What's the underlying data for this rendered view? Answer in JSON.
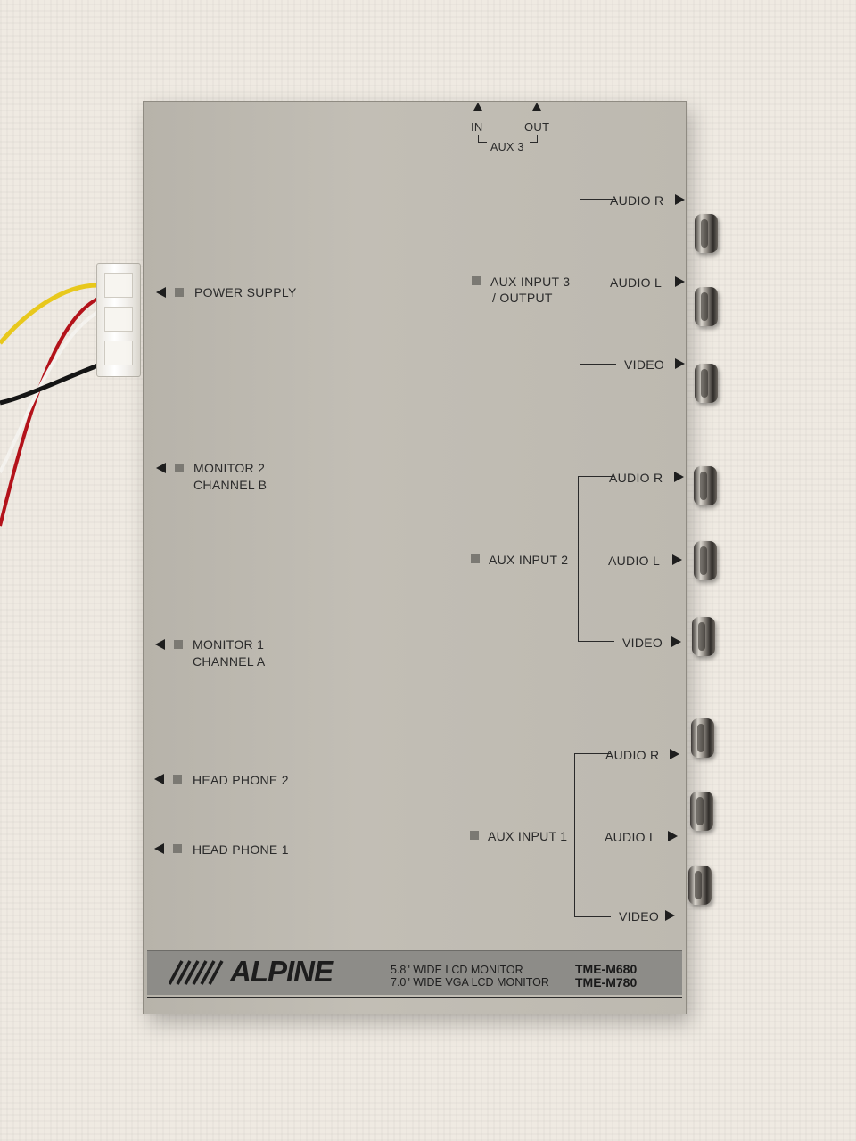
{
  "panel": {
    "left_ports": [
      {
        "lines": [
          "POWER SUPPLY"
        ]
      },
      {
        "lines": [
          "MONITOR 2",
          "CHANNEL B"
        ]
      },
      {
        "lines": [
          "MONITOR 1",
          "CHANNEL A"
        ]
      },
      {
        "lines": [
          "HEAD PHONE 2"
        ]
      },
      {
        "lines": [
          "HEAD PHONE 1"
        ]
      }
    ],
    "aux3_top": {
      "in": "IN",
      "out": "OUT",
      "group": "AUX 3"
    },
    "aux_groups": [
      {
        "lines": [
          "AUX INPUT 3",
          "/ OUTPUT"
        ],
        "outputs": [
          "AUDIO R",
          "AUDIO L",
          "VIDEO"
        ]
      },
      {
        "lines": [
          "AUX INPUT 2"
        ],
        "outputs": [
          "AUDIO R",
          "AUDIO L",
          "VIDEO"
        ]
      },
      {
        "lines": [
          "AUX INPUT 1"
        ],
        "outputs": [
          "AUDIO R",
          "AUDIO L",
          "VIDEO"
        ]
      }
    ]
  },
  "footer": {
    "brand": "ALPINE",
    "spec_1": "5.8\" WIDE LCD MONITOR",
    "spec_2": "7.0\" WIDE VGA LCD MONITOR",
    "model_1": "TME-M680",
    "model_2": "TME-M780"
  },
  "colors": {
    "panel": "#bdb9b0",
    "footer_band": "#8d8c88",
    "cloth": "#efeae2",
    "wire_yellow": "#e8c81c",
    "wire_red": "#b3121a",
    "wire_black": "#151515",
    "wire_white": "#f4f2ee"
  }
}
